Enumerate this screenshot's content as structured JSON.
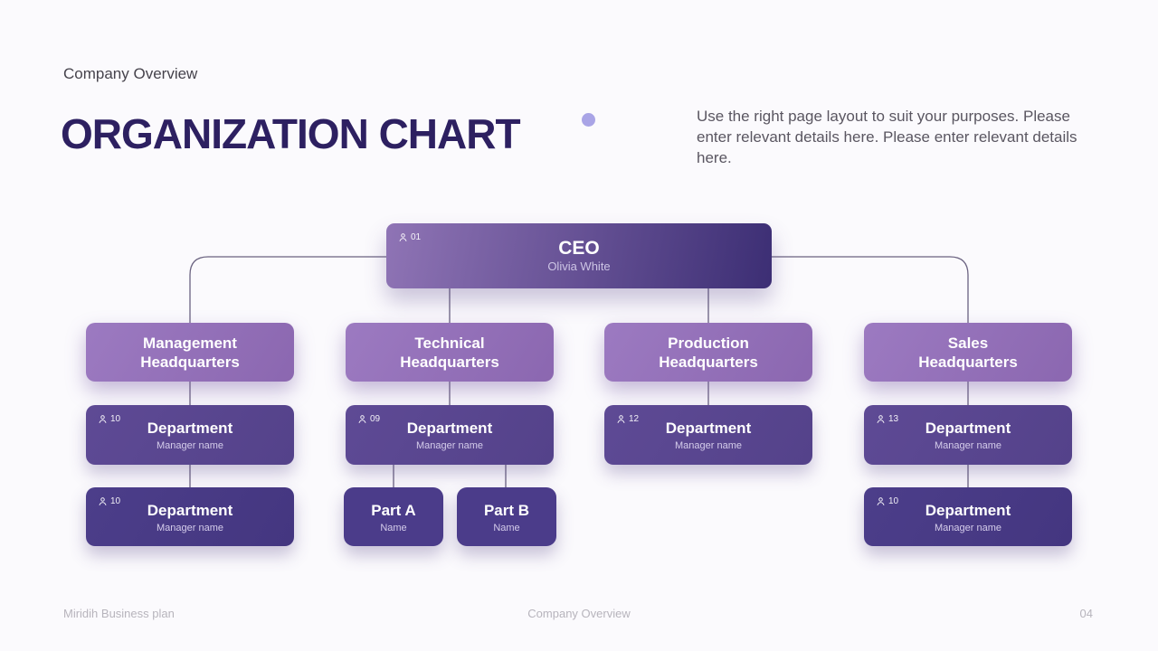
{
  "slide": {
    "eyebrow": "Company Overview",
    "title": "ORGANIZATION CHART",
    "description": "Use the right page layout to suit your purposes. Please enter relevant details here. Please enter relevant details here.",
    "footer_left": "Miridih Business plan",
    "footer_center": "Company Overview",
    "page_number": "04"
  },
  "org": {
    "ceo": {
      "badge": "01",
      "title": "CEO",
      "subtitle": "Olivia White"
    },
    "headquarters": [
      {
        "line1": "Management",
        "line2": "Headquarters"
      },
      {
        "line1": "Technical",
        "line2": "Headquarters"
      },
      {
        "line1": "Production",
        "line2": "Headquarters"
      },
      {
        "line1": "Sales",
        "line2": "Headquarters"
      }
    ],
    "departments": [
      {
        "badge": "10",
        "title": "Department",
        "subtitle": "Manager name"
      },
      {
        "badge": "09",
        "title": "Department",
        "subtitle": "Manager name"
      },
      {
        "badge": "12",
        "title": "Department",
        "subtitle": "Manager name"
      },
      {
        "badge": "13",
        "title": "Department",
        "subtitle": "Manager name"
      },
      {
        "badge": "10",
        "title": "Department",
        "subtitle": "Manager name"
      },
      {
        "badge": "10",
        "title": "Department",
        "subtitle": "Manager name"
      }
    ],
    "parts": [
      {
        "title": "Part A",
        "subtitle": "Name"
      },
      {
        "title": "Part B",
        "subtitle": "Name"
      }
    ]
  },
  "colors": {
    "bg": "#fbfafd",
    "title": "#2d2061",
    "accent_dot": "#a9a4e6",
    "ceo_start": "#8f74b5",
    "ceo_end": "#3c2e74",
    "hq_start": "#9c7ac1",
    "hq_end": "#8b67b0",
    "dept_row1": "#5e4a95",
    "dept_row2": "#4c3e8a",
    "part": "#4b3c8a",
    "connector": "#6a6280"
  }
}
